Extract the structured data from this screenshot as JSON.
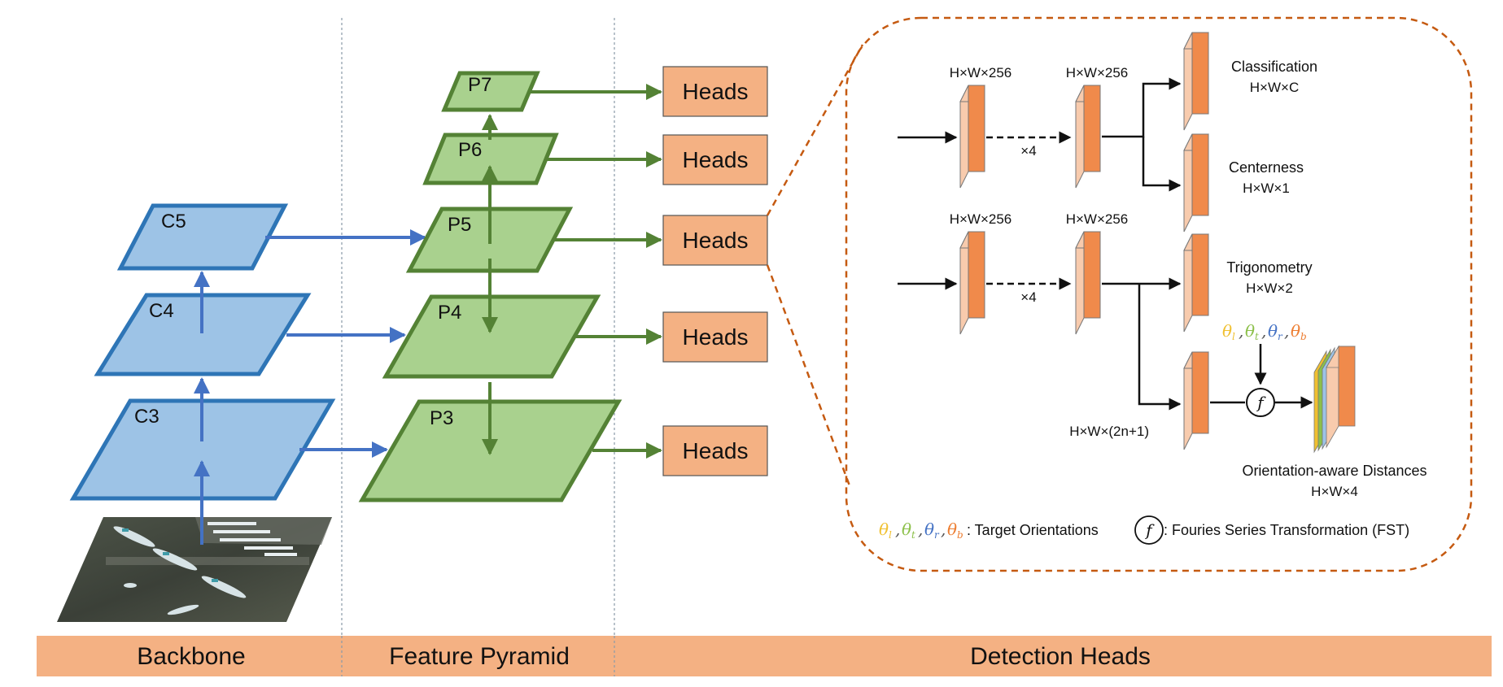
{
  "backbone": {
    "levels": [
      {
        "label": "C5"
      },
      {
        "label": "C4"
      },
      {
        "label": "C3"
      }
    ]
  },
  "pyramid": {
    "levels": [
      {
        "label": "P7"
      },
      {
        "label": "P6"
      },
      {
        "label": "P5"
      },
      {
        "label": "P4"
      },
      {
        "label": "P3"
      }
    ]
  },
  "heads": {
    "label": "Heads"
  },
  "detail": {
    "branch1": {
      "in_shape": "H×W×256",
      "out_shape": "H×W×256",
      "repeat": "×4"
    },
    "branch2": {
      "in_shape": "H×W×256",
      "out_shape": "H×W×256",
      "repeat": "×4"
    },
    "outputs": {
      "classification": {
        "name": "Classification",
        "shape": "H×W×C"
      },
      "centerness": {
        "name": "Centerness",
        "shape": "H×W×1"
      },
      "trigonometry": {
        "name": "Trigonometry",
        "shape": "H×W×2"
      },
      "fourier": {
        "shape": "H×W×(2n+1)"
      },
      "distances": {
        "name": "Orientation-aware Distances",
        "shape": "H×W×4"
      }
    },
    "fst_symbol": "f",
    "theta_subscripts": [
      "l",
      "t",
      "r",
      "b"
    ],
    "theta_colors": [
      "#F0C030",
      "#8CC04A",
      "#4472C4",
      "#ED7D31"
    ],
    "legend": {
      "orientations_text": ": Target Orientations",
      "fst_text": ": Fouries Series Transformation (FST)"
    }
  },
  "sections": {
    "backbone": "Backbone",
    "pyramid": "Feature Pyramid",
    "heads": "Detection Heads"
  },
  "colors": {
    "backbone_fill": "#9DC3E6",
    "backbone_stroke": "#2E75B6",
    "backbone_arrow": "#4472C4",
    "pyramid_fill": "#A9D18E",
    "pyramid_stroke": "#548235",
    "heads_fill": "#F4B183",
    "feature_orange": "#F08A4B",
    "feature_light": "#F8CBAD",
    "dash_border": "#C55A11",
    "band": "#F4B183"
  }
}
